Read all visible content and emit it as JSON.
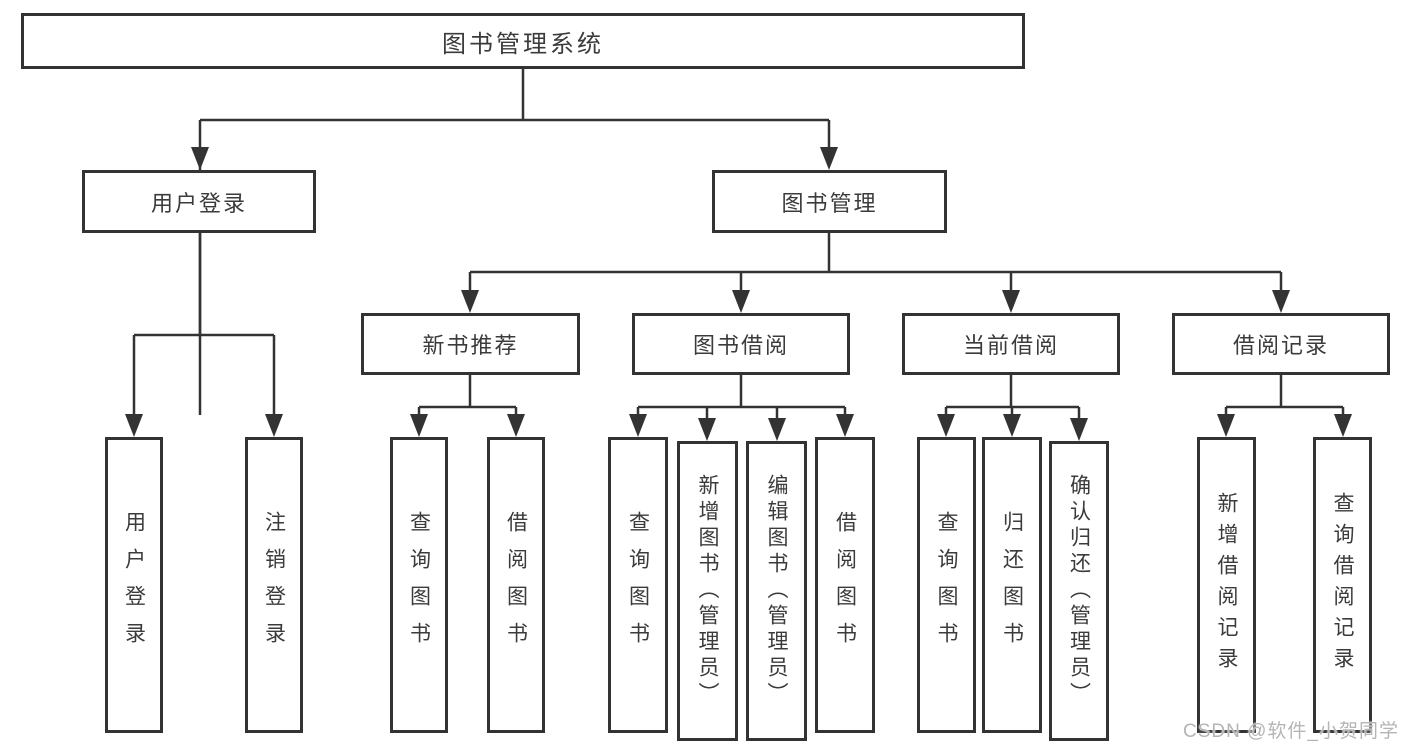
{
  "root_label": "图书管理系统",
  "level2": [
    {
      "label": "用户登录"
    },
    {
      "label": "图书管理"
    }
  ],
  "level3": [
    {
      "label": "新书推荐"
    },
    {
      "label": "图书借阅"
    },
    {
      "label": "当前借阅"
    },
    {
      "label": "借阅记录"
    }
  ],
  "level4": {
    "user_login": [
      "用户登录",
      "注销登录"
    ],
    "new_book_recommend": [
      "查询图书",
      "借阅图书"
    ],
    "book_borrow": [
      "查询图书",
      "新增图书（管理员）",
      "编辑图书（管理员）",
      "借阅图书"
    ],
    "current_borrow": [
      "查询图书",
      "归还图书",
      "确认归还（管理员）"
    ],
    "borrow_records": [
      "新增借阅记录",
      "查询借阅记录"
    ]
  },
  "watermark": "CSDN @软件_小贺同学",
  "colors": {
    "line": "#333333",
    "text": "#3b3b3b",
    "watermark": "#b5b5b5",
    "background": "#ffffff"
  }
}
